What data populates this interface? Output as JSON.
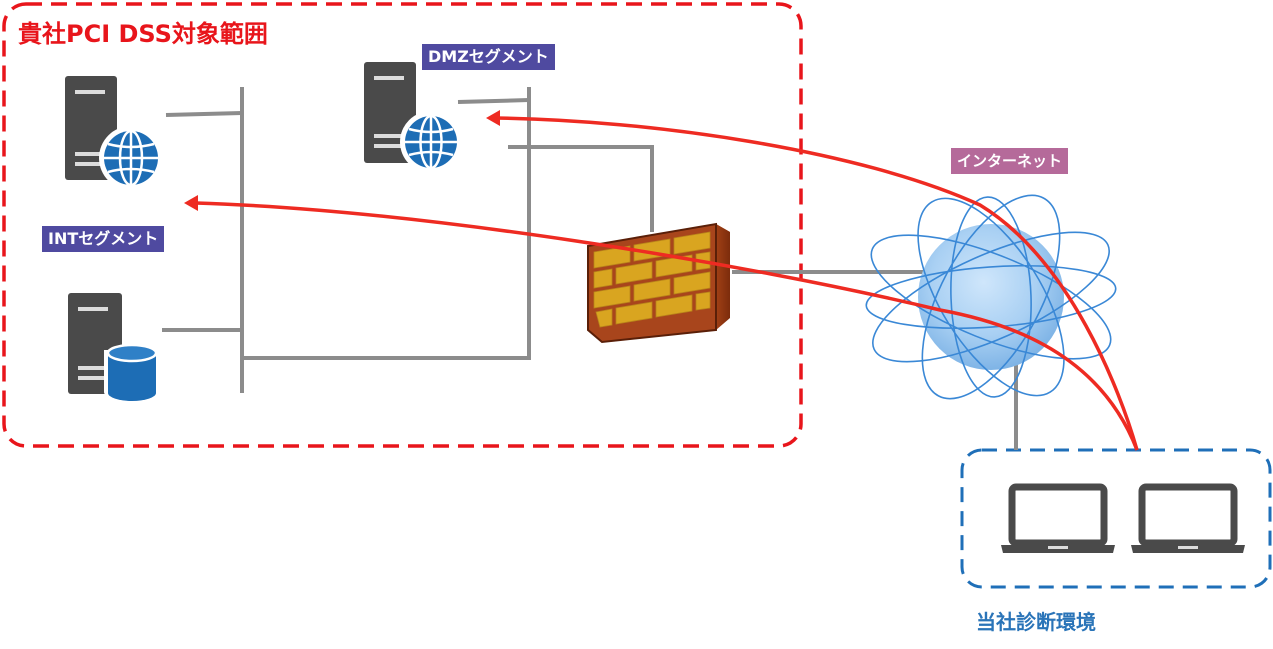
{
  "diagram": {
    "scope_title": "貴社PCI DSS対象範囲",
    "dmz_segment_label": "DMZセグメント",
    "int_segment_label": "INTセグメント",
    "internet_label": "インターネット",
    "diagnosis_env_label": "当社診断環境"
  },
  "nodes": {
    "int_web_server_icon": "web-server-icon",
    "dmz_web_server_icon": "web-server-icon",
    "db_server_icon": "database-server-icon",
    "firewall_icon": "firewall-icon",
    "internet_icon": "globe-icon",
    "laptop_icon": "laptop-icon"
  },
  "colors": {
    "scope_border": "#e8151b",
    "attack_arrow": "#ee2b22",
    "diagnosis_border": "#1f6fb8",
    "network_line": "#8c8c8c",
    "segment_label_bg": "#4f4aa0",
    "internet_label_bg": "#b56a9a",
    "server_body": "#4a4a4a",
    "globe_blue": "#1d6db5",
    "firewall_brick": "#d9a520",
    "firewall_mortar": "#a8451c"
  }
}
